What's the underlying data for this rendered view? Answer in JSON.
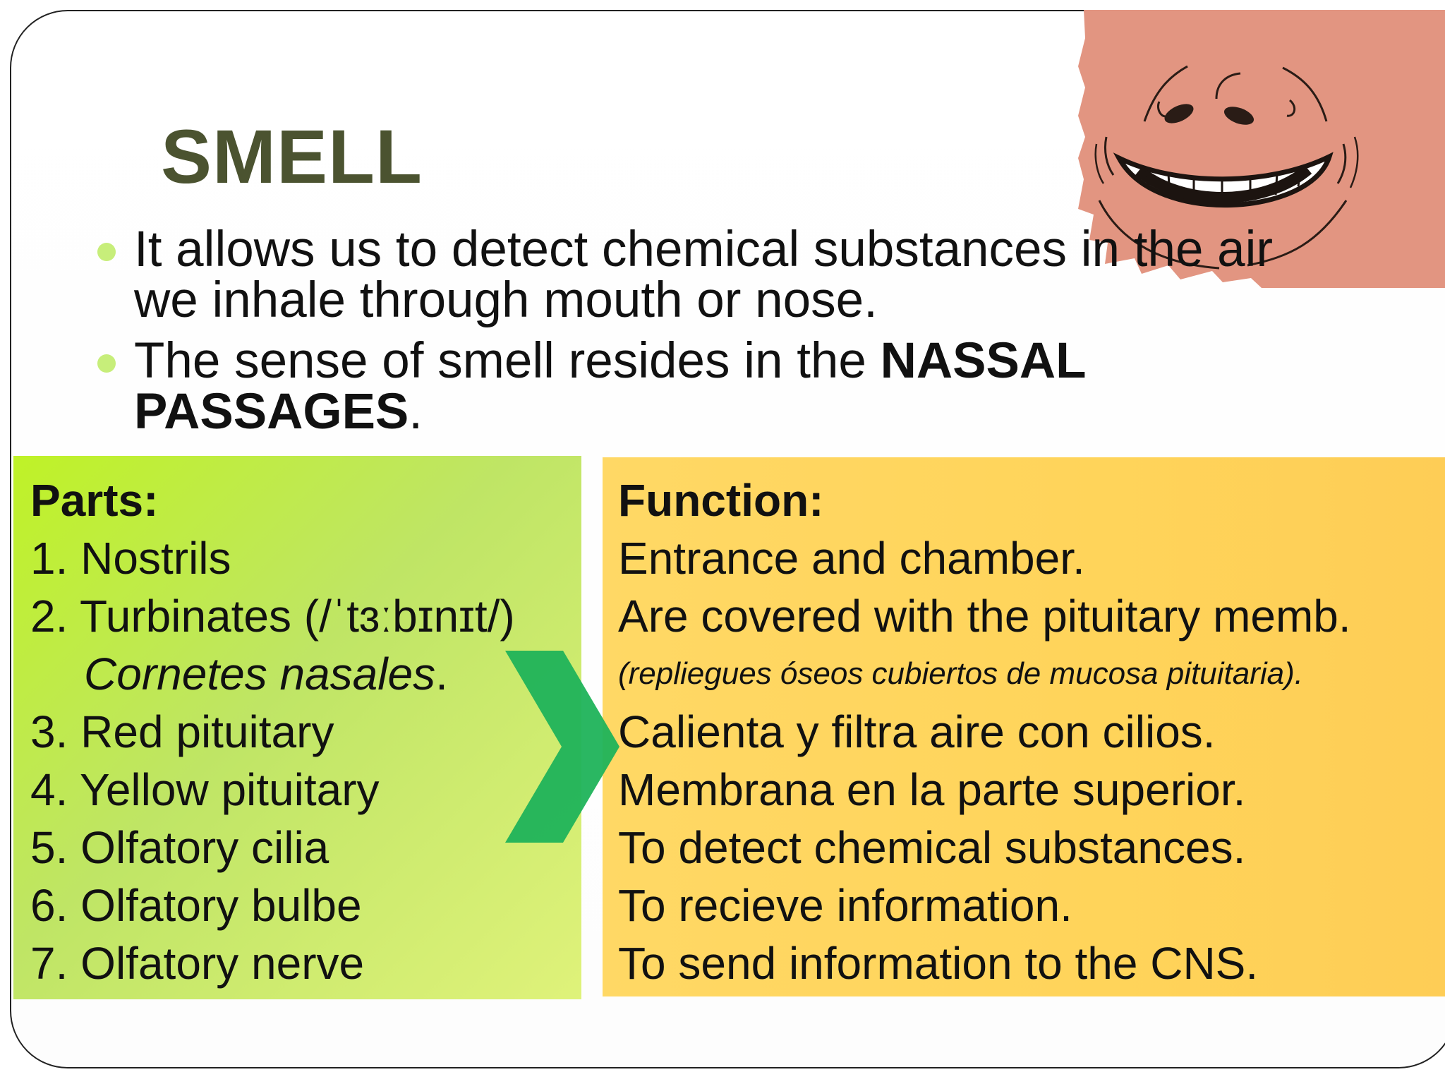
{
  "title": "SMELL",
  "bullets": [
    {
      "lines": [
        "It allows us to detect chemical substances in the air",
        "we inhale through mouth or nose."
      ]
    },
    {
      "text_before": "The sense of smell resides in the ",
      "bold_1": "NASSAL",
      "bold_2": "PASSAGES",
      "text_after": "."
    }
  ],
  "parts": {
    "heading": "Parts:",
    "items": [
      "1. Nostrils",
      "2. Turbinates (/ˈtɜːbɪnɪt/)",
      "Cornetes nasales",
      "3. Red pituitary",
      "4. Yellow pituitary",
      "5. Olfatory cilia",
      "6. Olfatory bulbe",
      "7. Olfatory nerve"
    ],
    "item_2_suffix": "."
  },
  "functions": {
    "heading": "Function:",
    "items": [
      "Entrance and chamber.",
      "Are covered with the pituitary memb.",
      "(repliegues óseos cubiertos de mucosa pituitaria).",
      "Calienta y filtra aire con cilios.",
      "Membrana en la parte superior.",
      "To detect  chemical substances.",
      "To recieve information.",
      "To send information to the CNS."
    ]
  },
  "colors": {
    "title": "#4b5330",
    "bullet": "#c7ee7a",
    "parts_panel": "#bfe565",
    "function_panel": "#ffd45a",
    "arrow": "#1fb35a",
    "face": "#e29581"
  },
  "icons": {
    "face": "smiling-nose-mouth-illustration",
    "arrow": "chevron-right-icon"
  }
}
